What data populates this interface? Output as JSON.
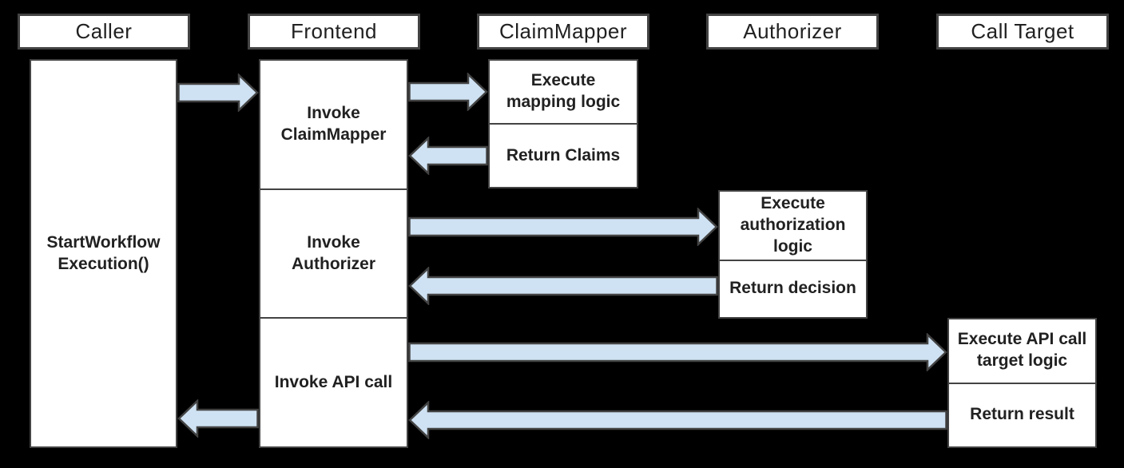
{
  "diagram": {
    "type": "sequence-diagram",
    "participants": [
      {
        "label": "Caller"
      },
      {
        "label": "Frontend"
      },
      {
        "label": "ClaimMapper"
      },
      {
        "label": "Authorizer"
      },
      {
        "label": "Call Target"
      }
    ],
    "lifelines": {
      "caller": {
        "sections": [
          {
            "lines": [
              "StartWorkflow",
              "Execution()"
            ]
          }
        ]
      },
      "frontend": {
        "sections": [
          {
            "lines": [
              "Invoke",
              "ClaimMapper"
            ]
          },
          {
            "lines": [
              "Invoke",
              "Authorizer"
            ]
          },
          {
            "lines": [
              "Invoke API call"
            ]
          }
        ]
      },
      "claim_mapper": {
        "sections": [
          {
            "lines": [
              "Execute",
              "mapping logic"
            ]
          },
          {
            "lines": [
              "Return Claims"
            ]
          }
        ]
      },
      "authorizer": {
        "sections": [
          {
            "lines": [
              "Execute",
              "authorization",
              "logic"
            ]
          },
          {
            "lines": [
              "Return decision"
            ]
          }
        ]
      },
      "call_target": {
        "sections": [
          {
            "lines": [
              "Execute API call",
              "target logic"
            ]
          },
          {
            "lines": [
              "Return result"
            ]
          }
        ]
      }
    },
    "messages": [
      {
        "from": "Caller",
        "to": "Frontend",
        "kind": "call"
      },
      {
        "from": "Frontend",
        "to": "ClaimMapper",
        "kind": "call"
      },
      {
        "from": "ClaimMapper",
        "to": "Frontend",
        "kind": "return"
      },
      {
        "from": "Frontend",
        "to": "Authorizer",
        "kind": "call"
      },
      {
        "from": "Authorizer",
        "to": "Frontend",
        "kind": "return"
      },
      {
        "from": "Frontend",
        "to": "Call Target",
        "kind": "call"
      },
      {
        "from": "Call Target",
        "to": "Frontend",
        "kind": "return"
      },
      {
        "from": "Frontend",
        "to": "Caller",
        "kind": "return"
      }
    ],
    "colors": {
      "background": "#000000",
      "box_fill": "#ffffff",
      "box_border": "#434343",
      "arrow_fill": "#cfe2f3",
      "text": "#212121"
    }
  }
}
